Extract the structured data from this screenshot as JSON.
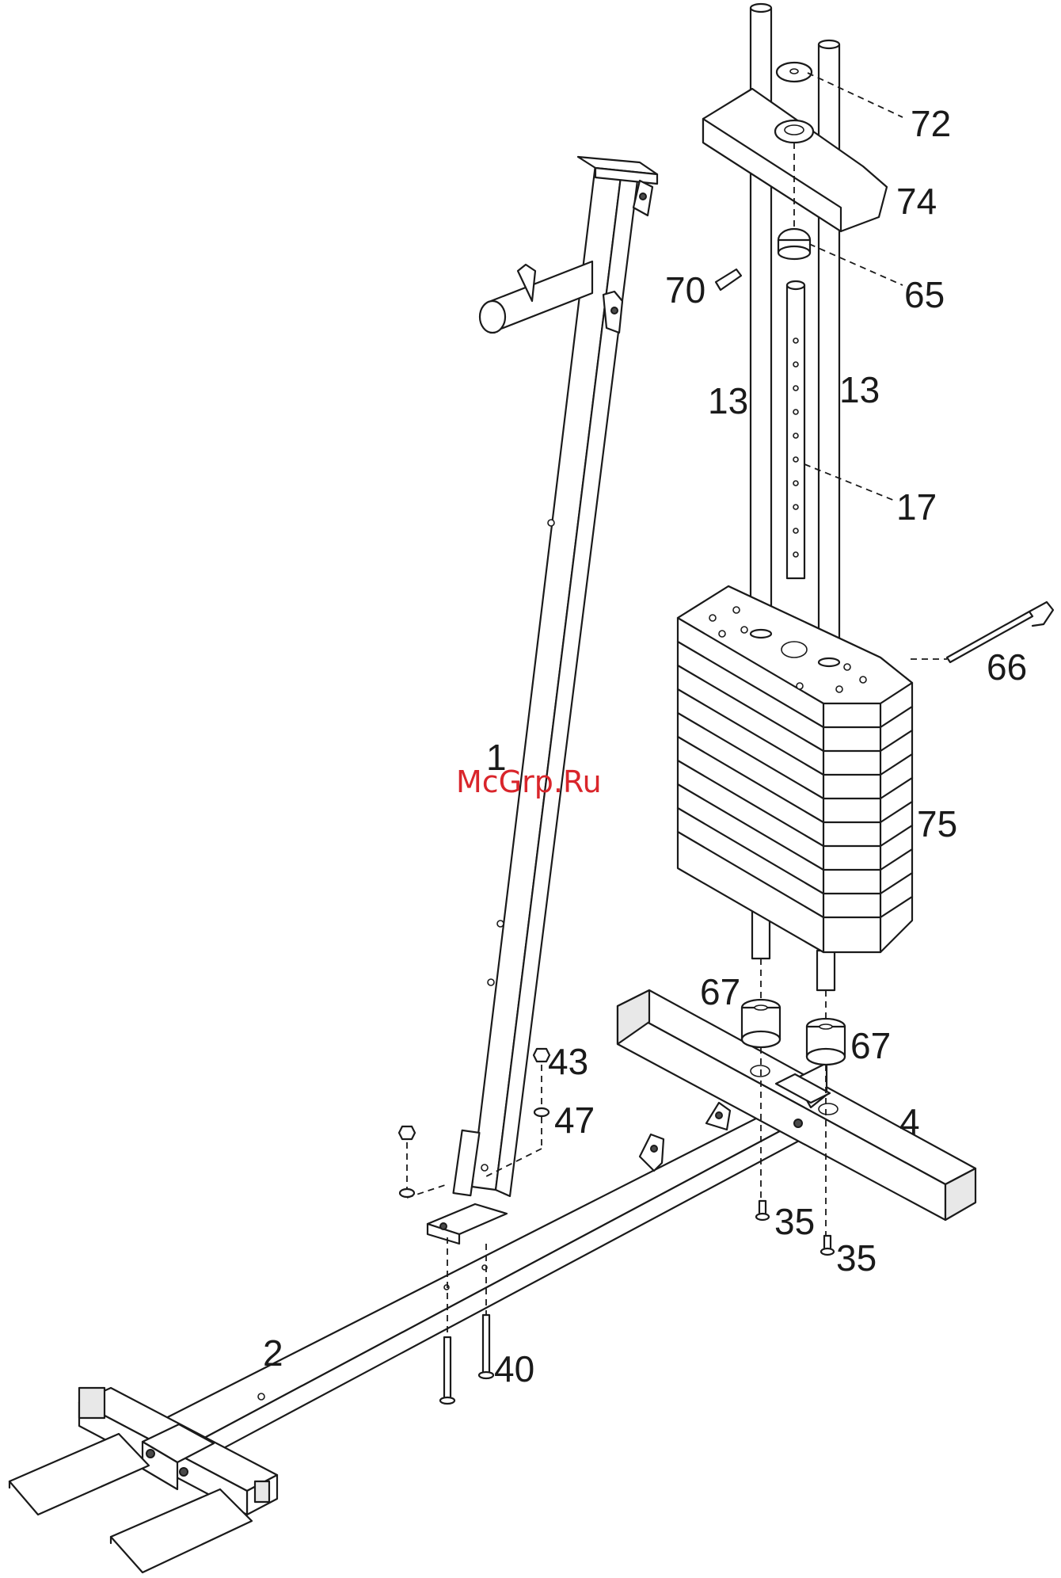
{
  "watermark": "McGrp.Ru",
  "labels": [
    {
      "id": "label-72",
      "text": "72"
    },
    {
      "id": "label-74",
      "text": "74"
    },
    {
      "id": "label-70",
      "text": "70"
    },
    {
      "id": "label-65",
      "text": "65"
    },
    {
      "id": "label-13-left",
      "text": "13"
    },
    {
      "id": "label-13-right",
      "text": "13"
    },
    {
      "id": "label-17",
      "text": "17"
    },
    {
      "id": "label-66",
      "text": "66"
    },
    {
      "id": "label-1",
      "text": "1"
    },
    {
      "id": "label-75",
      "text": "75"
    },
    {
      "id": "label-67-top",
      "text": "67"
    },
    {
      "id": "label-67-bottom",
      "text": "67"
    },
    {
      "id": "label-43",
      "text": "43"
    },
    {
      "id": "label-47",
      "text": "47"
    },
    {
      "id": "label-4",
      "text": "4"
    },
    {
      "id": "label-35-top",
      "text": "35"
    },
    {
      "id": "label-35-bottom",
      "text": "35"
    },
    {
      "id": "label-2",
      "text": "2"
    },
    {
      "id": "label-40",
      "text": "40"
    }
  ]
}
